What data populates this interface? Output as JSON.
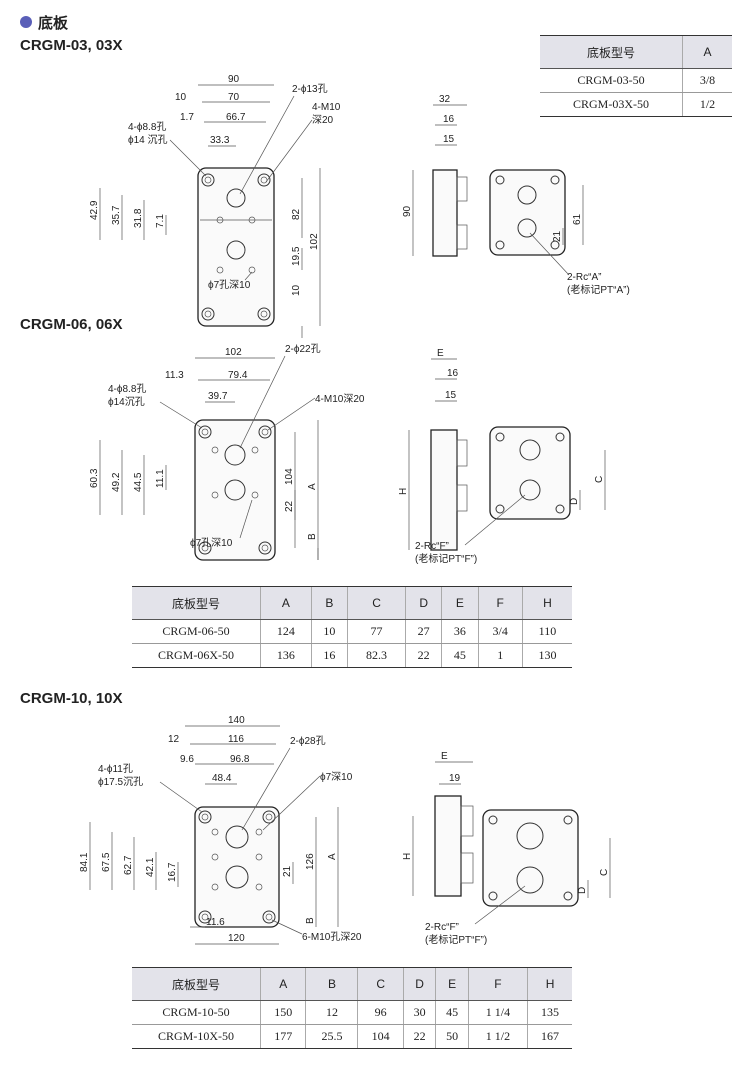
{
  "header": {
    "section_title": "底板"
  },
  "sections": [
    {
      "title": "CRGM-03, 03X",
      "table_headers": [
        "底板型号",
        "A"
      ],
      "rows": [
        {
          "model": "CRGM-03-50",
          "A": "3/8"
        },
        {
          "model": "CRGM-03X-50",
          "A": "1/2"
        }
      ],
      "plan_labels": {
        "d90": "90",
        "d10": "10",
        "d70": "70",
        "d1_7": "1.7",
        "d66_7": "66.7",
        "d33_3": "33.3",
        "holes_small": "4-ϕ8.8孔",
        "counterbore": "ϕ14 沉孔",
        "holes_main": "2-ϕ13孔",
        "thread": "4-M10",
        "thread_depth": "深20",
        "d42_9": "42.9",
        "d35_7": "35.7",
        "d31_8": "31.8",
        "d7_1": "7.1",
        "d82": "82",
        "d102": "102",
        "d19_5": "19.5",
        "d10b": "10",
        "pin": "ϕ7孔深10"
      },
      "side_labels": {
        "d32": "32",
        "d16": "16",
        "d15": "15",
        "d90": "90",
        "d21": "21",
        "d61": "61",
        "port": "2-Rc“A”",
        "port_old": "(老标记PT“A”)"
      }
    },
    {
      "title": "CRGM-06, 06X",
      "table_headers": [
        "底板型号",
        "A",
        "B",
        "C",
        "D",
        "E",
        "F",
        "H"
      ],
      "rows": [
        {
          "model": "CRGM-06-50",
          "A": "124",
          "B": "10",
          "C": "77",
          "D": "27",
          "E": "36",
          "F": "3/4",
          "H": "110"
        },
        {
          "model": "CRGM-06X-50",
          "A": "136",
          "B": "16",
          "C": "82.3",
          "D": "22",
          "E": "45",
          "F": "1",
          "H": "130"
        }
      ],
      "plan_labels": {
        "d102": "102",
        "d11_3": "11.3",
        "d79_4": "79.4",
        "d39_7": "39.7",
        "holes_small": "4-ϕ8.8孔",
        "counterbore": "ϕ14沉孔",
        "holes_main": "2-ϕ22孔",
        "thread": "4-M10深20",
        "d60_3": "60.3",
        "d49_2": "49.2",
        "d44_5": "44.5",
        "d11_1": "11.1",
        "d104": "104",
        "dA": "A",
        "d22": "22",
        "dB": "B",
        "pin": "ϕ7孔深10"
      },
      "side_labels": {
        "dE": "E",
        "d16": "16",
        "d15": "15",
        "dH": "H",
        "dD": "D",
        "dC": "C",
        "port": "2-Rc“F”",
        "port_old": "(老标记PT“F”)"
      }
    },
    {
      "title": "CRGM-10, 10X",
      "table_headers": [
        "底板型号",
        "A",
        "B",
        "C",
        "D",
        "E",
        "F",
        "H"
      ],
      "rows": [
        {
          "model": "CRGM-10-50",
          "A": "150",
          "B": "12",
          "C": "96",
          "D": "30",
          "E": "45",
          "F": "1 1/4",
          "H": "135"
        },
        {
          "model": "CRGM-10X-50",
          "A": "177",
          "B": "25.5",
          "C": "104",
          "D": "22",
          "E": "50",
          "F": "1 1/2",
          "H": "167"
        }
      ],
      "plan_labels": {
        "d140": "140",
        "d12": "12",
        "d116": "116",
        "d9_6": "9.6",
        "d96_8": "96.8",
        "d48_4": "48.4",
        "holes_small": "4-ϕ11孔",
        "counterbore": "ϕ17.5沉孔",
        "holes_main": "2-ϕ28孔",
        "pin": "ϕ7深10",
        "d84_1": "84.1",
        "d67_5": "67.5",
        "d62_7": "62.7",
        "d42_1": "42.1",
        "d16_7": "16.7",
        "d21": "21",
        "d126": "126",
        "dA": "A",
        "dB": "B",
        "d11_6": "11.6",
        "d120": "120",
        "thread": "6-M10孔深20"
      },
      "side_labels": {
        "dE": "E",
        "d19": "19",
        "dH": "H",
        "dD": "D",
        "dC": "C",
        "port": "2-Rc“F”",
        "port_old": "(老标记PT“F”)"
      }
    }
  ]
}
